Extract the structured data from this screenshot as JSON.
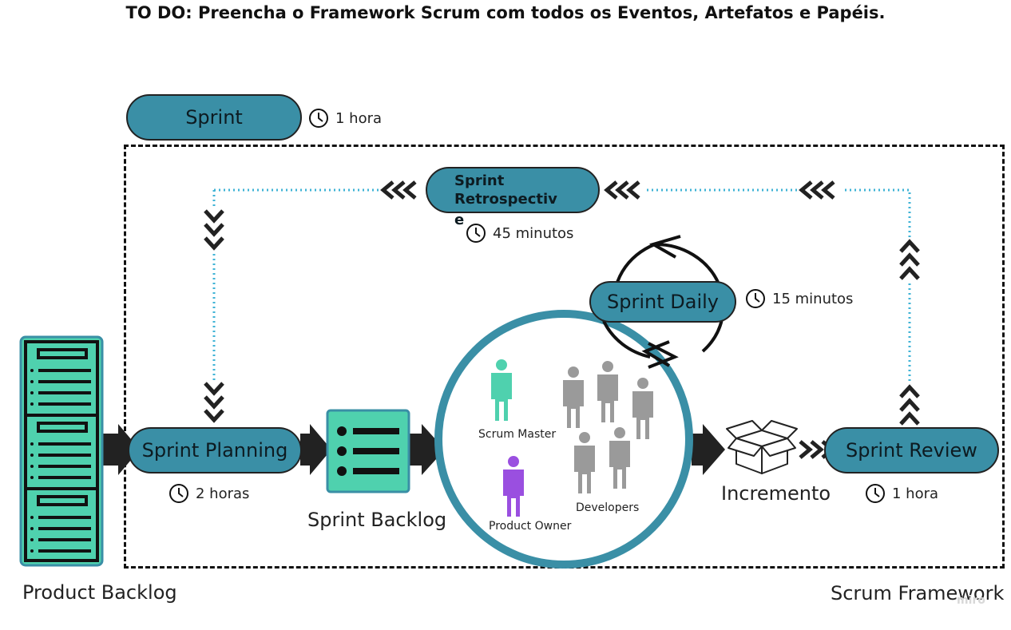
{
  "title": "TO DO: Preencha o Framework Scrum com todos os Eventos, Artefatos e Papéis.",
  "sprint": {
    "label": "Sprint",
    "duration": "1 hora"
  },
  "retrospective": {
    "label_line1": "Sprint",
    "label_line2": "Retrospectiv",
    "label_line3": "e",
    "duration": "45 minutos"
  },
  "daily": {
    "label": "Sprint Daily",
    "duration": "15 minutos"
  },
  "planning": {
    "label": "Sprint Planning",
    "duration": "2 horas"
  },
  "review": {
    "label": "Sprint Review",
    "duration": "1 hora"
  },
  "artifacts": {
    "product_backlog": "Product Backlog",
    "sprint_backlog": "Sprint Backlog",
    "increment": "Incremento"
  },
  "roles": {
    "scrum_master": "Scrum Master",
    "product_owner": "Product Owner",
    "developers": "Developers"
  },
  "framework_label": "Scrum Framework",
  "watermark": "miro",
  "colors": {
    "pill": "#3a8fa6",
    "backlog": "#4fd1ae",
    "dotted_line": "#3fb3d6",
    "scrum_master": "#4fd1ae",
    "product_owner": "#9a4fe0",
    "developer": "#9a9a9a"
  }
}
